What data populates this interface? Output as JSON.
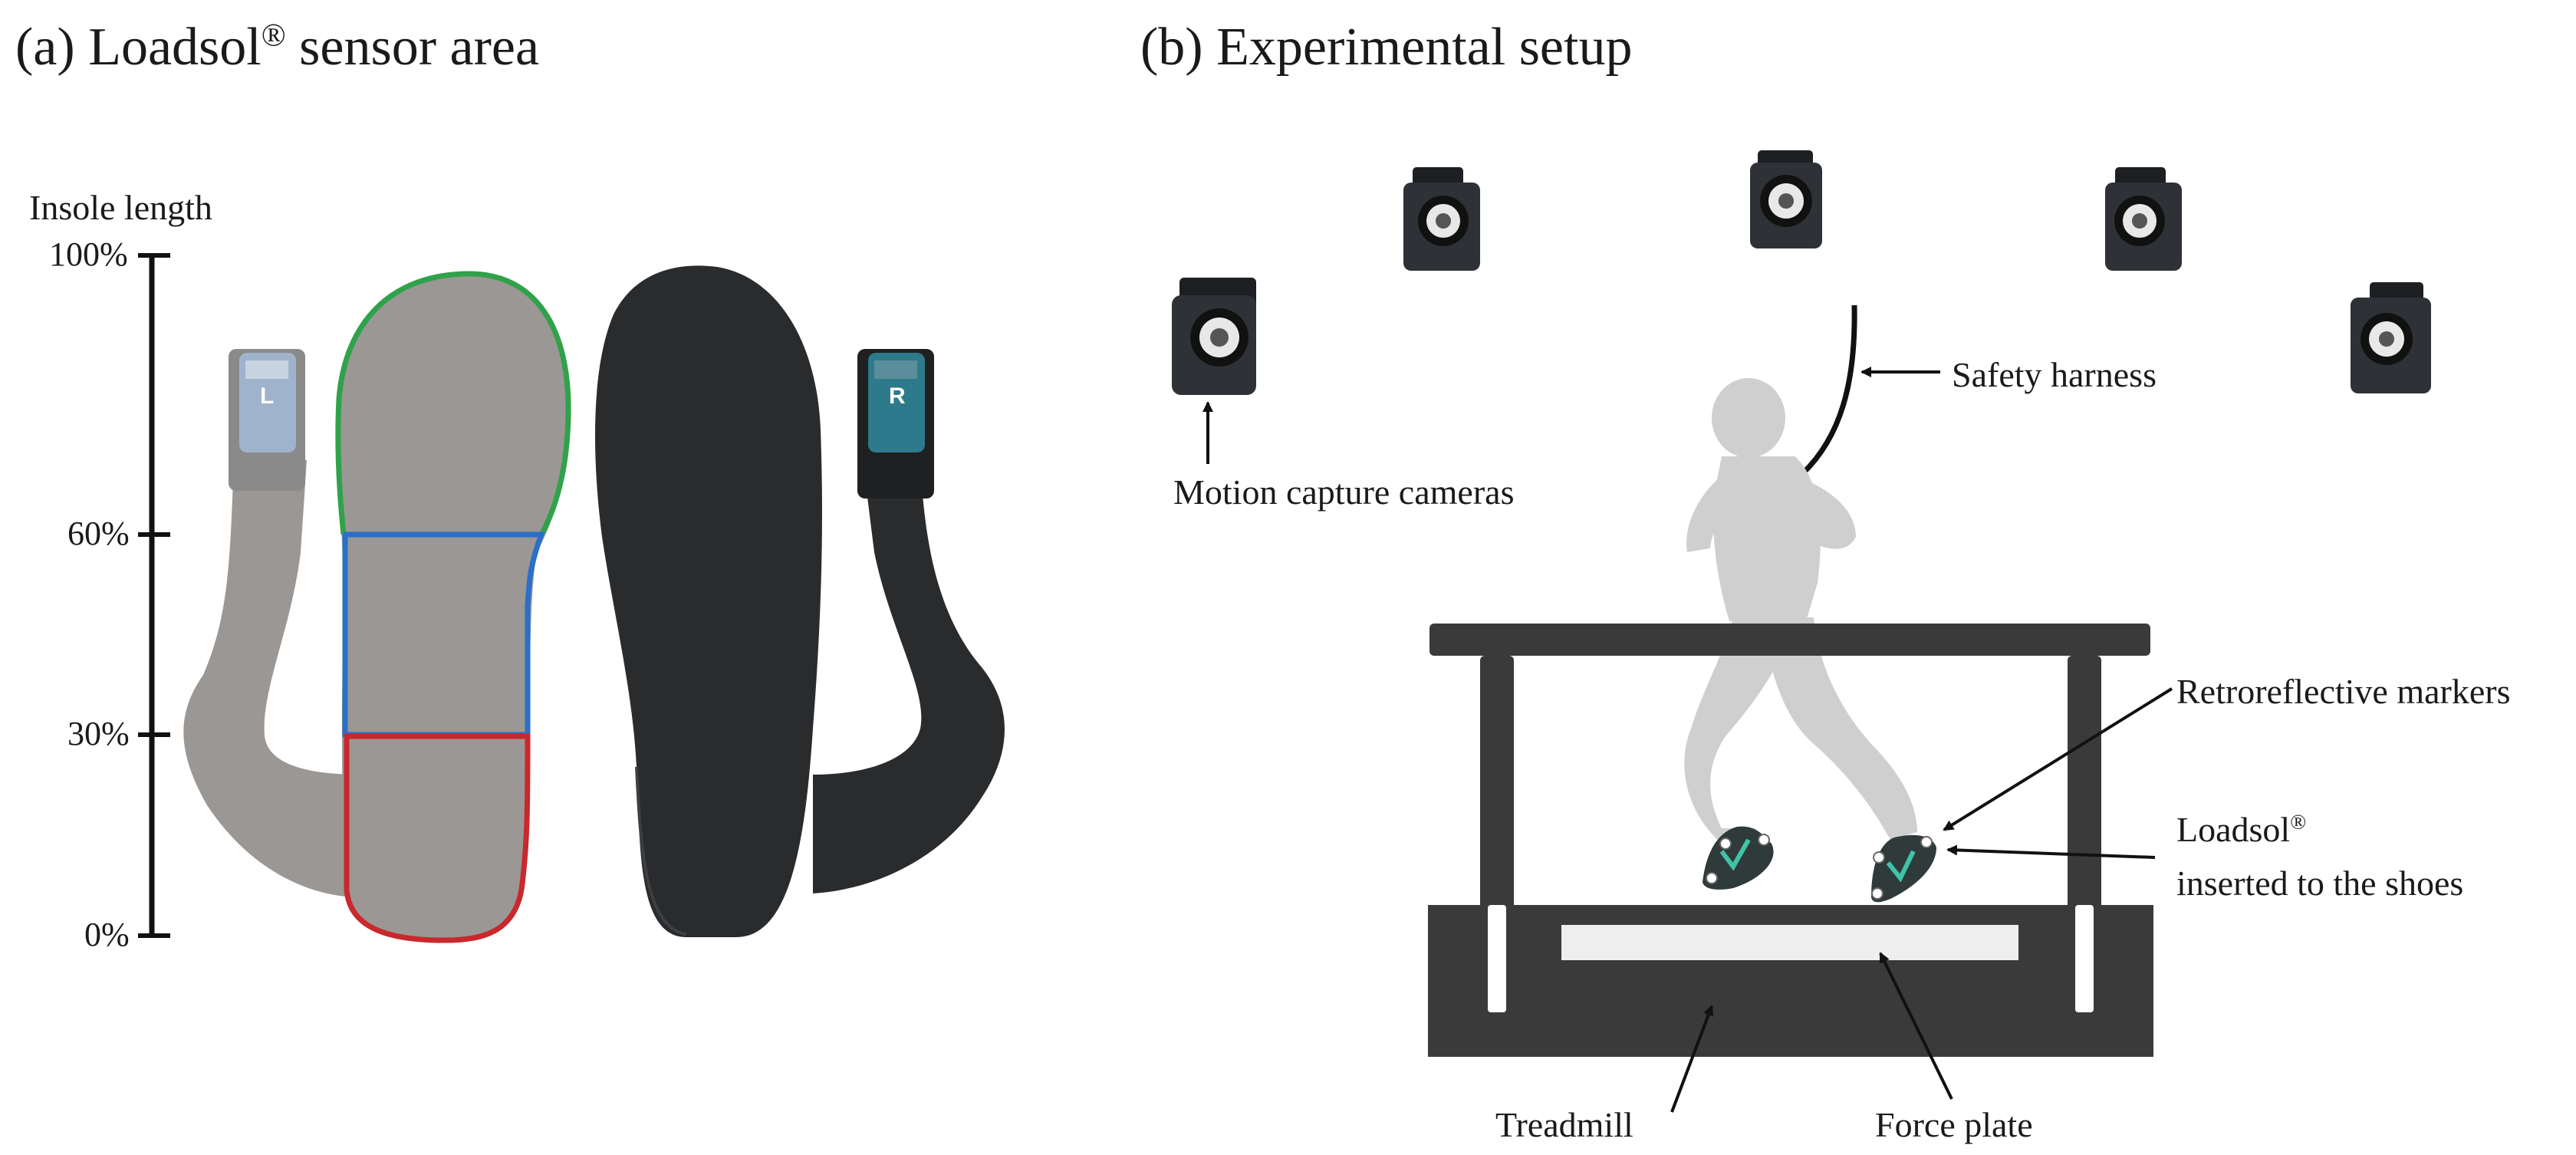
{
  "panel_a": {
    "title_main": "(a) Loadsol",
    "title_sup": "®",
    "title_rest": " sensor area",
    "axis_title": "Insole length",
    "ticks": [
      "100%",
      "60%",
      "30%",
      "0%"
    ],
    "pod_left_letter": "L",
    "pod_right_letter": "R",
    "region_colors": {
      "toe": "#2fa24a",
      "mid": "#2a6fc9",
      "heel": "#c9282d"
    },
    "insole_colors": {
      "left": "#9b9794",
      "right": "#2a2b2d",
      "pod_left": "#9fb4cc",
      "pod_right": "#2d7a8c"
    }
  },
  "panel_b": {
    "title": "(b) Experimental setup",
    "labels": {
      "safety_harness": "Safety harness",
      "motion_capture": "Motion capture cameras",
      "retroreflective": "Retroreflective markers",
      "loadsol_line1_main": "Loadsol",
      "loadsol_line1_sup": "®",
      "loadsol_line2": "inserted to the shoes",
      "treadmill": "Treadmill",
      "force_plate": "Force plate"
    },
    "colors": {
      "treadmill": "#3a3a3a",
      "runner": "#cfcfcf",
      "force_plate": "#eeeeee",
      "camera": "#2e3236",
      "shoe": "#2f3a3a",
      "shoe_accent": "#3fc4a8"
    }
  }
}
